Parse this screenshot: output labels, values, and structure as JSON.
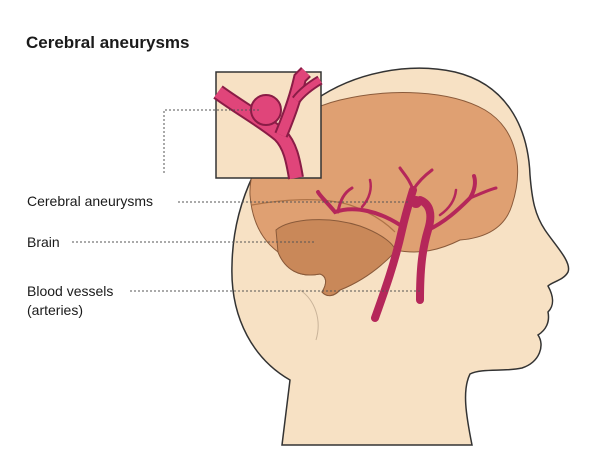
{
  "title": "Cerebral aneurysms",
  "labels": {
    "aneurysm": "Cerebral aneurysms",
    "brain": "Brain",
    "vessels_line1": "Blood vessels",
    "vessels_line2": "(arteries)"
  },
  "colors": {
    "skin": "#f7e1c4",
    "outline": "#333333",
    "brain": "#dfa072",
    "brain_shadow": "#c98859",
    "artery": "#b5275a",
    "inset_artery": "#e0457a",
    "inset_bg": "#f7e1c4"
  }
}
